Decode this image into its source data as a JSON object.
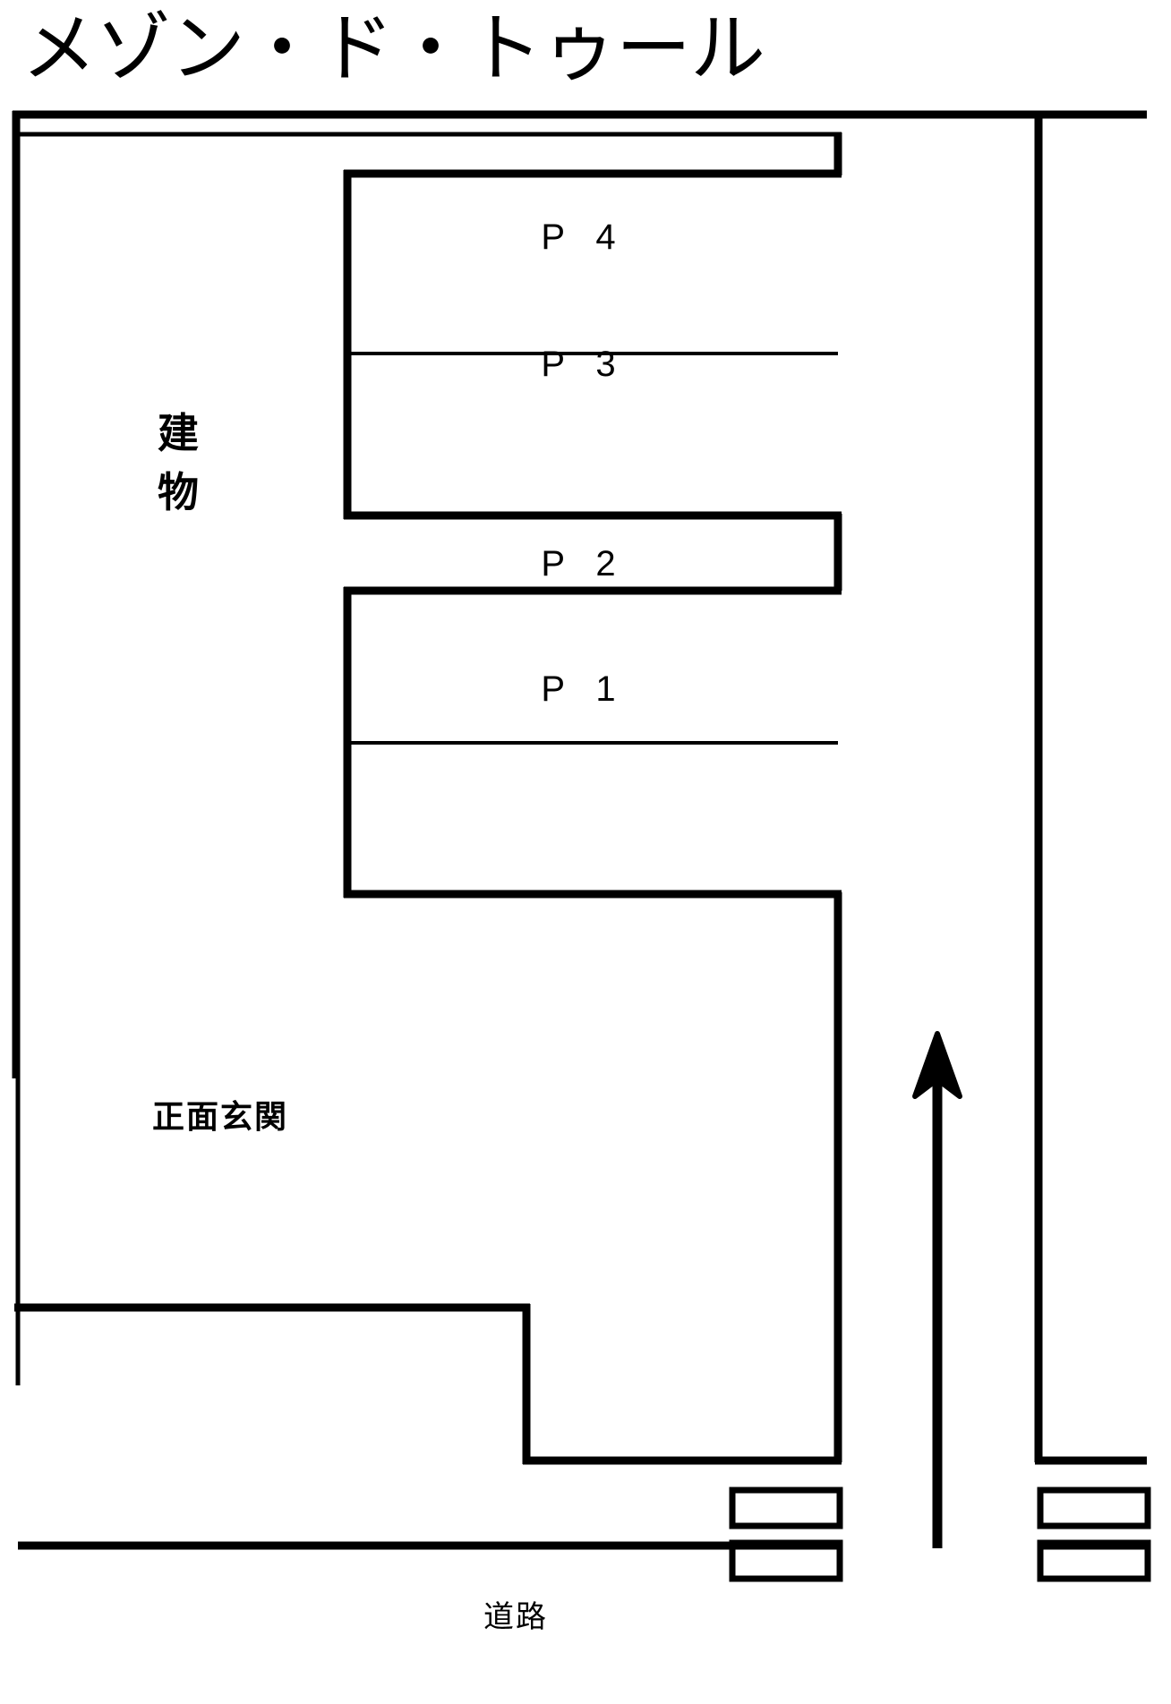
{
  "title": "メゾン・ド・トゥール",
  "labels": {
    "building": "建物",
    "front_entrance": "正面玄関",
    "road": "道路"
  },
  "parking": {
    "stalls": [
      {
        "id": "P4",
        "label": "Ｐ４",
        "text": "P  4"
      },
      {
        "id": "P3",
        "label": "Ｐ３",
        "text": "P  3"
      },
      {
        "id": "P2",
        "label": "Ｐ２",
        "text": "P  2"
      },
      {
        "id": "P1",
        "label": "Ｐ１",
        "text": "P  1"
      }
    ],
    "count": 4
  },
  "direction_arrow": {
    "name": "north-arrow",
    "points": "up"
  },
  "colors": {
    "line": "#000000",
    "background": "#ffffff"
  },
  "chart_data": {
    "type": "table",
    "title": "メゾン・ド・トゥール 駐車場配置図",
    "categories": [
      "P4",
      "P3",
      "P2",
      "P1"
    ],
    "values": [
      1,
      1,
      1,
      1
    ],
    "annotations": [
      "建物",
      "正面玄関",
      "道路"
    ]
  }
}
